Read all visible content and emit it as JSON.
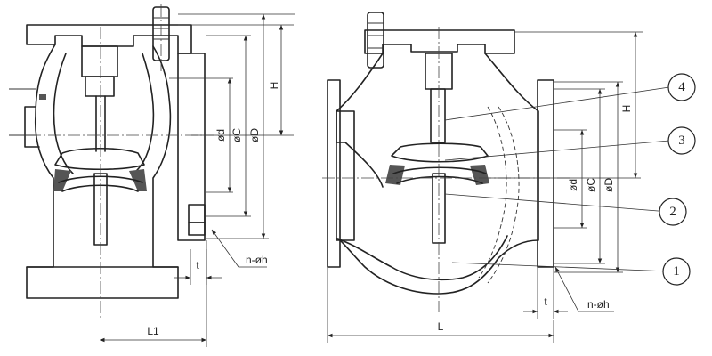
{
  "left_view": {
    "labels": {
      "H": "H",
      "d": "ød",
      "C": "øC",
      "D": "øD",
      "t": "t",
      "nh": "n-øh",
      "L1": "L1"
    }
  },
  "right_view": {
    "labels": {
      "H": "H",
      "d": "ød",
      "C": "øC",
      "D": "øD",
      "t": "t",
      "nh": "n-øh",
      "L": "L"
    },
    "callouts": [
      "4",
      "3",
      "2",
      "1"
    ]
  }
}
